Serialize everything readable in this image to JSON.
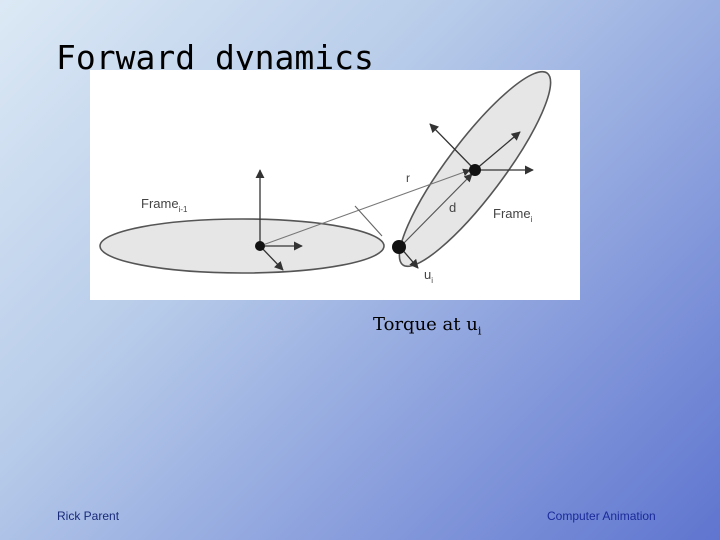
{
  "slide": {
    "title": "Forward dynamics",
    "caption_prefix": "Torque at u",
    "caption_sub": "i",
    "footer_left": "Rick Parent",
    "footer_right": "Computer Animation"
  },
  "diagram": {
    "frame_prev_label": "Frame",
    "frame_prev_sub": "i-1",
    "frame_label": "Frame",
    "frame_sub": "i",
    "r_label": "r",
    "d_label": "d",
    "u_label": "u",
    "u_sub": "i"
  }
}
